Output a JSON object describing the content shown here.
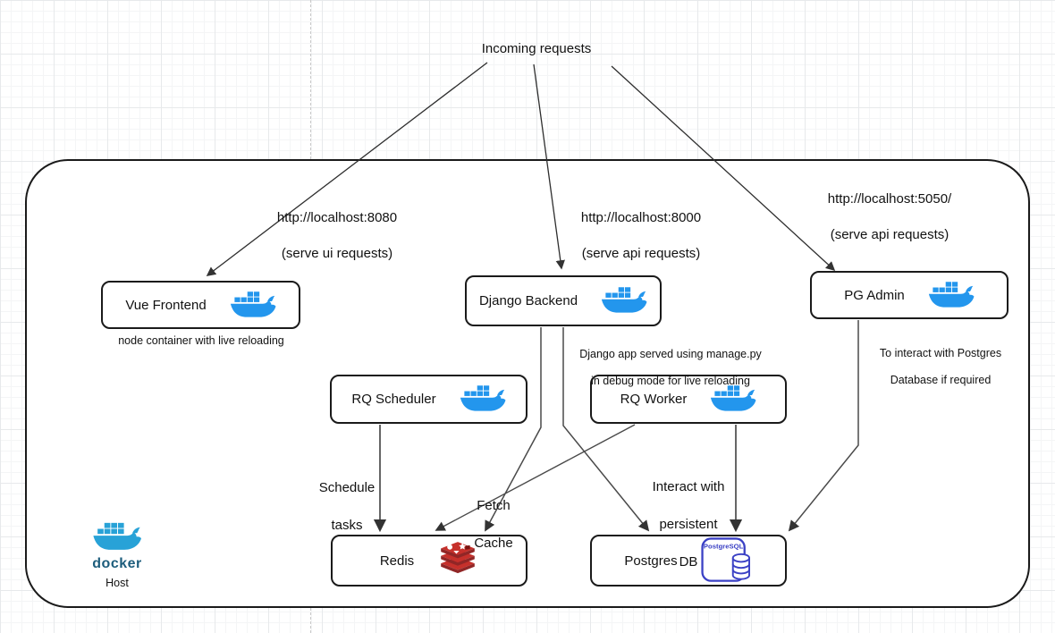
{
  "title": "Incoming requests",
  "colors": {
    "docker_blue": "#2396ED",
    "docker_teal": "#28A2D7",
    "redis_red": "#C6302B",
    "redis_dark": "#912626",
    "postgres_blue": "#3B41C5",
    "edge_stroke": "#4a4a4a"
  },
  "nodes": {
    "vue_frontend": {
      "label": "Vue Frontend",
      "caption": "node container with live reloading"
    },
    "django_backend": {
      "label": "Django Backend",
      "caption_line1": "Django app served using manage.py",
      "caption_line2": "in debug mode for live reloading"
    },
    "pg_admin": {
      "label": "PG Admin",
      "caption_line1": "To interact with Postgres",
      "caption_line2": "Database if required"
    },
    "rq_scheduler": {
      "label": "RQ Scheduler"
    },
    "rq_worker": {
      "label": "RQ Worker"
    },
    "redis": {
      "label": "Redis"
    },
    "postgres": {
      "label": "Postgres",
      "icon_label": "PostgreSQL"
    }
  },
  "edges": {
    "to_vue": {
      "line1": "http://localhost:8080",
      "line2": "(serve ui requests)"
    },
    "to_django": {
      "line1": "http://localhost:8000",
      "line2": "(serve api requests)"
    },
    "to_pg_admin": {
      "line1": "http://localhost:5050/",
      "line2": "(serve api requests)"
    },
    "schedule_tasks": {
      "line1": "Schedule",
      "line2": "tasks"
    },
    "fetch_cache": {
      "line1": "Fetch",
      "line2": "Cache"
    },
    "interact_db": {
      "line1": "Interact with",
      "line2": "persistent",
      "line3": "DB"
    }
  },
  "host": {
    "wordmark": "docker",
    "label": "Host"
  }
}
